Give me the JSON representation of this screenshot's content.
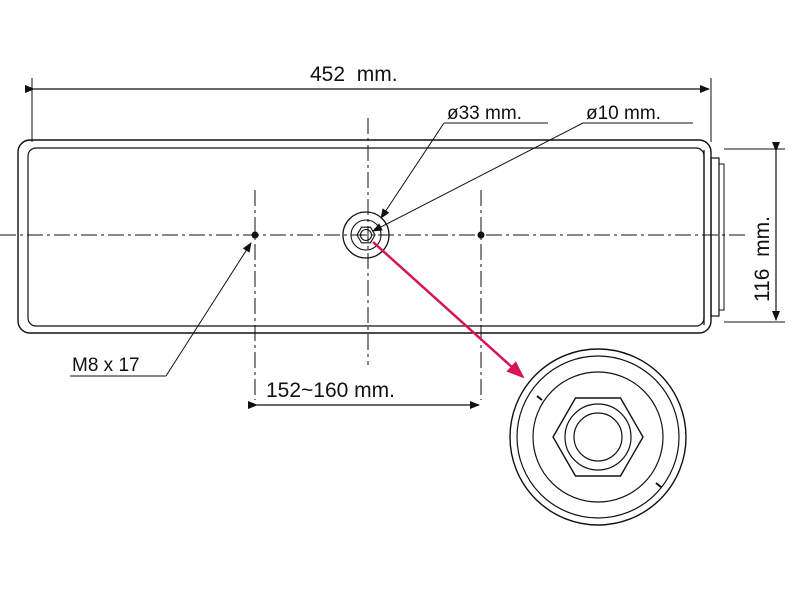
{
  "labels": {
    "overall_length": "452  mm.",
    "outer_diameter": "ø33 mm.",
    "bore_diameter": "ø10 mm.",
    "height": "116  mm.",
    "thread_spec": "M8 x 17",
    "bolt_spacing": "152~160 mm."
  },
  "colors": {
    "line": "#111111",
    "highlight_arrow": "#d6145a",
    "background": "#ffffff"
  }
}
